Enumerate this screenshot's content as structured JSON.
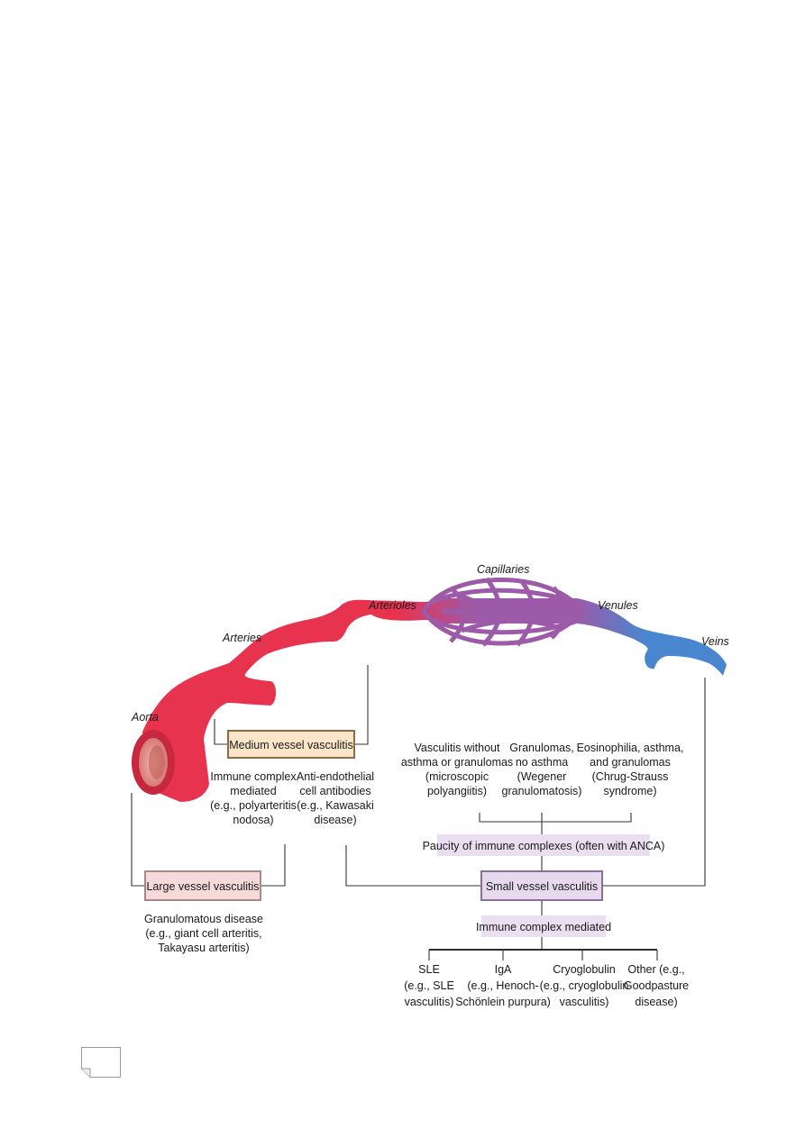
{
  "colors": {
    "artery": "#e8334f",
    "artery_dark": "#b81d36",
    "capillary": "#9d5aa8",
    "vein": "#4a86cf",
    "large_box_fill": "#f6d9d9",
    "medium_box_fill": "#fbe5c8",
    "small_box_fill": "#e6d9ee",
    "pauci_fill": "#eadff1"
  },
  "vessels": {
    "aorta": "Aorta",
    "arteries": "Arteries",
    "arterioles": "Arterioles",
    "capillaries": "Capillaries",
    "venules": "Venules",
    "veins": "Veins"
  },
  "boxes": {
    "medium": "Medium vessel vasculitis",
    "large": "Large vessel vasculitis",
    "small": "Small vessel vasculitis",
    "pauci": "Paucity of immune complexes (often with ANCA)",
    "immune": "Immune complex mediated"
  },
  "medium_children": {
    "immune_complex": [
      "Immune complex",
      "mediated",
      "(e.g., polyarteritis",
      "nodosa)"
    ],
    "anti_endothelial": [
      "Anti-endothelial",
      "cell antibodies",
      "(e.g., Kawasaki",
      "disease)"
    ]
  },
  "large_children": {
    "granulomatous": [
      "Granulomatous disease",
      "(e.g., giant cell arteritis,",
      "Takayasu arteritis)"
    ]
  },
  "pauci_children": {
    "microscopic": [
      "Vasculitis without",
      "asthma or granulomas",
      "(microscopic",
      "polyangiitis)"
    ],
    "wegener": [
      "Granulomas,",
      "no asthma",
      "(Wegener",
      "granulomatosis)"
    ],
    "churg": [
      "Eosinophilia, asthma,",
      "and granulomas",
      "(Chrug-Strauss",
      "syndrome)"
    ]
  },
  "immune_children": {
    "sle": [
      "SLE",
      "(e.g., SLE",
      "vasculitis)"
    ],
    "iga": [
      "IgA",
      "(e.g., Henoch-",
      "Schönlein purpura)"
    ],
    "cryo": [
      "Cryoglobulin",
      "(e.g., cryoglobulin",
      "vasculitis)"
    ],
    "other": [
      "Other (e.g.,",
      "Goodpasture",
      "disease)"
    ]
  }
}
